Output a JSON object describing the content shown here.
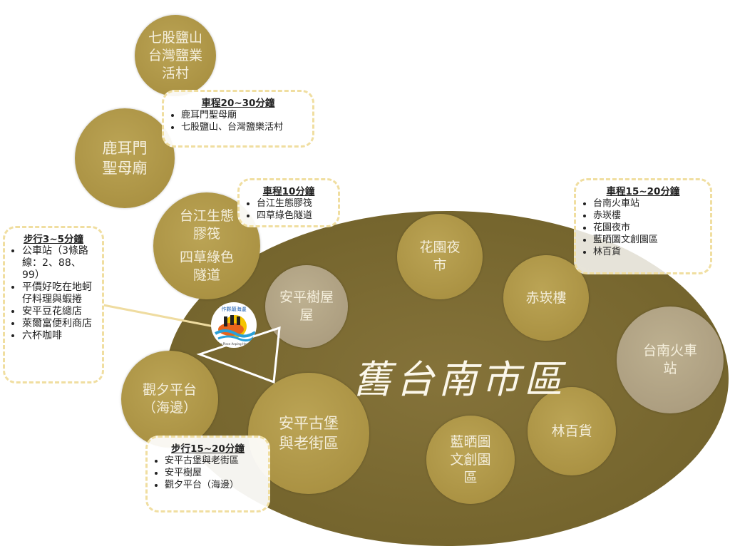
{
  "title": "舊台南市區",
  "logo": {
    "text": "作夥顛海邊",
    "subtext": "One Piece Anping Hostel"
  },
  "circles": {
    "qigu": [
      "七股鹽山",
      "台灣鹽業",
      "活村"
    ],
    "luermen": [
      "鹿耳門",
      "聖母廟"
    ],
    "taijiang": [
      "台江生態",
      "膠筏"
    ],
    "sicao": [
      "四草綠色",
      "隧道"
    ],
    "treehouse": [
      "安平樹屋",
      ""
    ],
    "garden": [
      "花園夜",
      "市"
    ],
    "chihkan": [
      "赤崁樓"
    ],
    "station": [
      "台南火車",
      "站"
    ],
    "sunset": [
      "觀夕平台",
      "（海邊）"
    ],
    "fort": [
      "安平古堡",
      "與老街區"
    ],
    "bluedict": [
      "藍晒圖",
      "文創園",
      "區"
    ],
    "hayashi": [
      "林百貨"
    ]
  },
  "boxes": {
    "drive20": {
      "title": "車程20~30分鐘",
      "items": [
        "鹿耳門聖母廟",
        "七股鹽山、台灣鹽樂活村"
      ]
    },
    "drive10": {
      "title": "車程10分鐘",
      "items": [
        "台江生態膠筏",
        "四草綠色隧道"
      ]
    },
    "drive15": {
      "title": "車程15~20分鐘",
      "items": [
        "台南火車站",
        "赤崁樓",
        "花園夜市",
        "藍晒圖文創園區",
        "林百貨"
      ]
    },
    "walk3": {
      "title": "步行3~5分鐘",
      "items": [
        "公車站（3條路線：2、88、99）",
        "平價好吃在地蚵仔料理與蝦捲",
        "安平豆花總店",
        "萊爾富便利商店",
        "六杯咖啡"
      ]
    },
    "walk15": {
      "title": "步行15~20分鐘",
      "items": [
        "安平古堡與老街區",
        "安平樹屋",
        "觀夕平台（海邊）"
      ]
    }
  }
}
